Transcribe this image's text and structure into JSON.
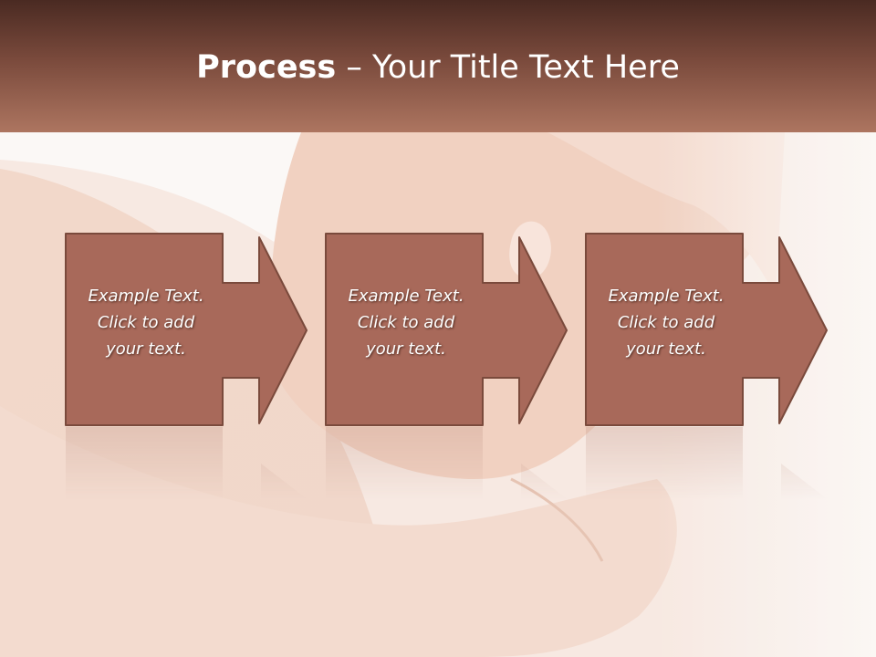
{
  "slide": {
    "title_bold": "Process",
    "title_rest": " – Your Title Text Here",
    "colors": {
      "header_dark": "#4a2a22",
      "header_light": "#ad7560",
      "box_fill": "#a8695a",
      "box_border": "#7a4a3c"
    }
  },
  "steps": [
    {
      "text": "Example Text.\nClick  to add\nyour text."
    },
    {
      "text": "Example Text.\nClick  to add\nyour text."
    },
    {
      "text": "Example Text.\nClick  to add\nyour text."
    }
  ]
}
